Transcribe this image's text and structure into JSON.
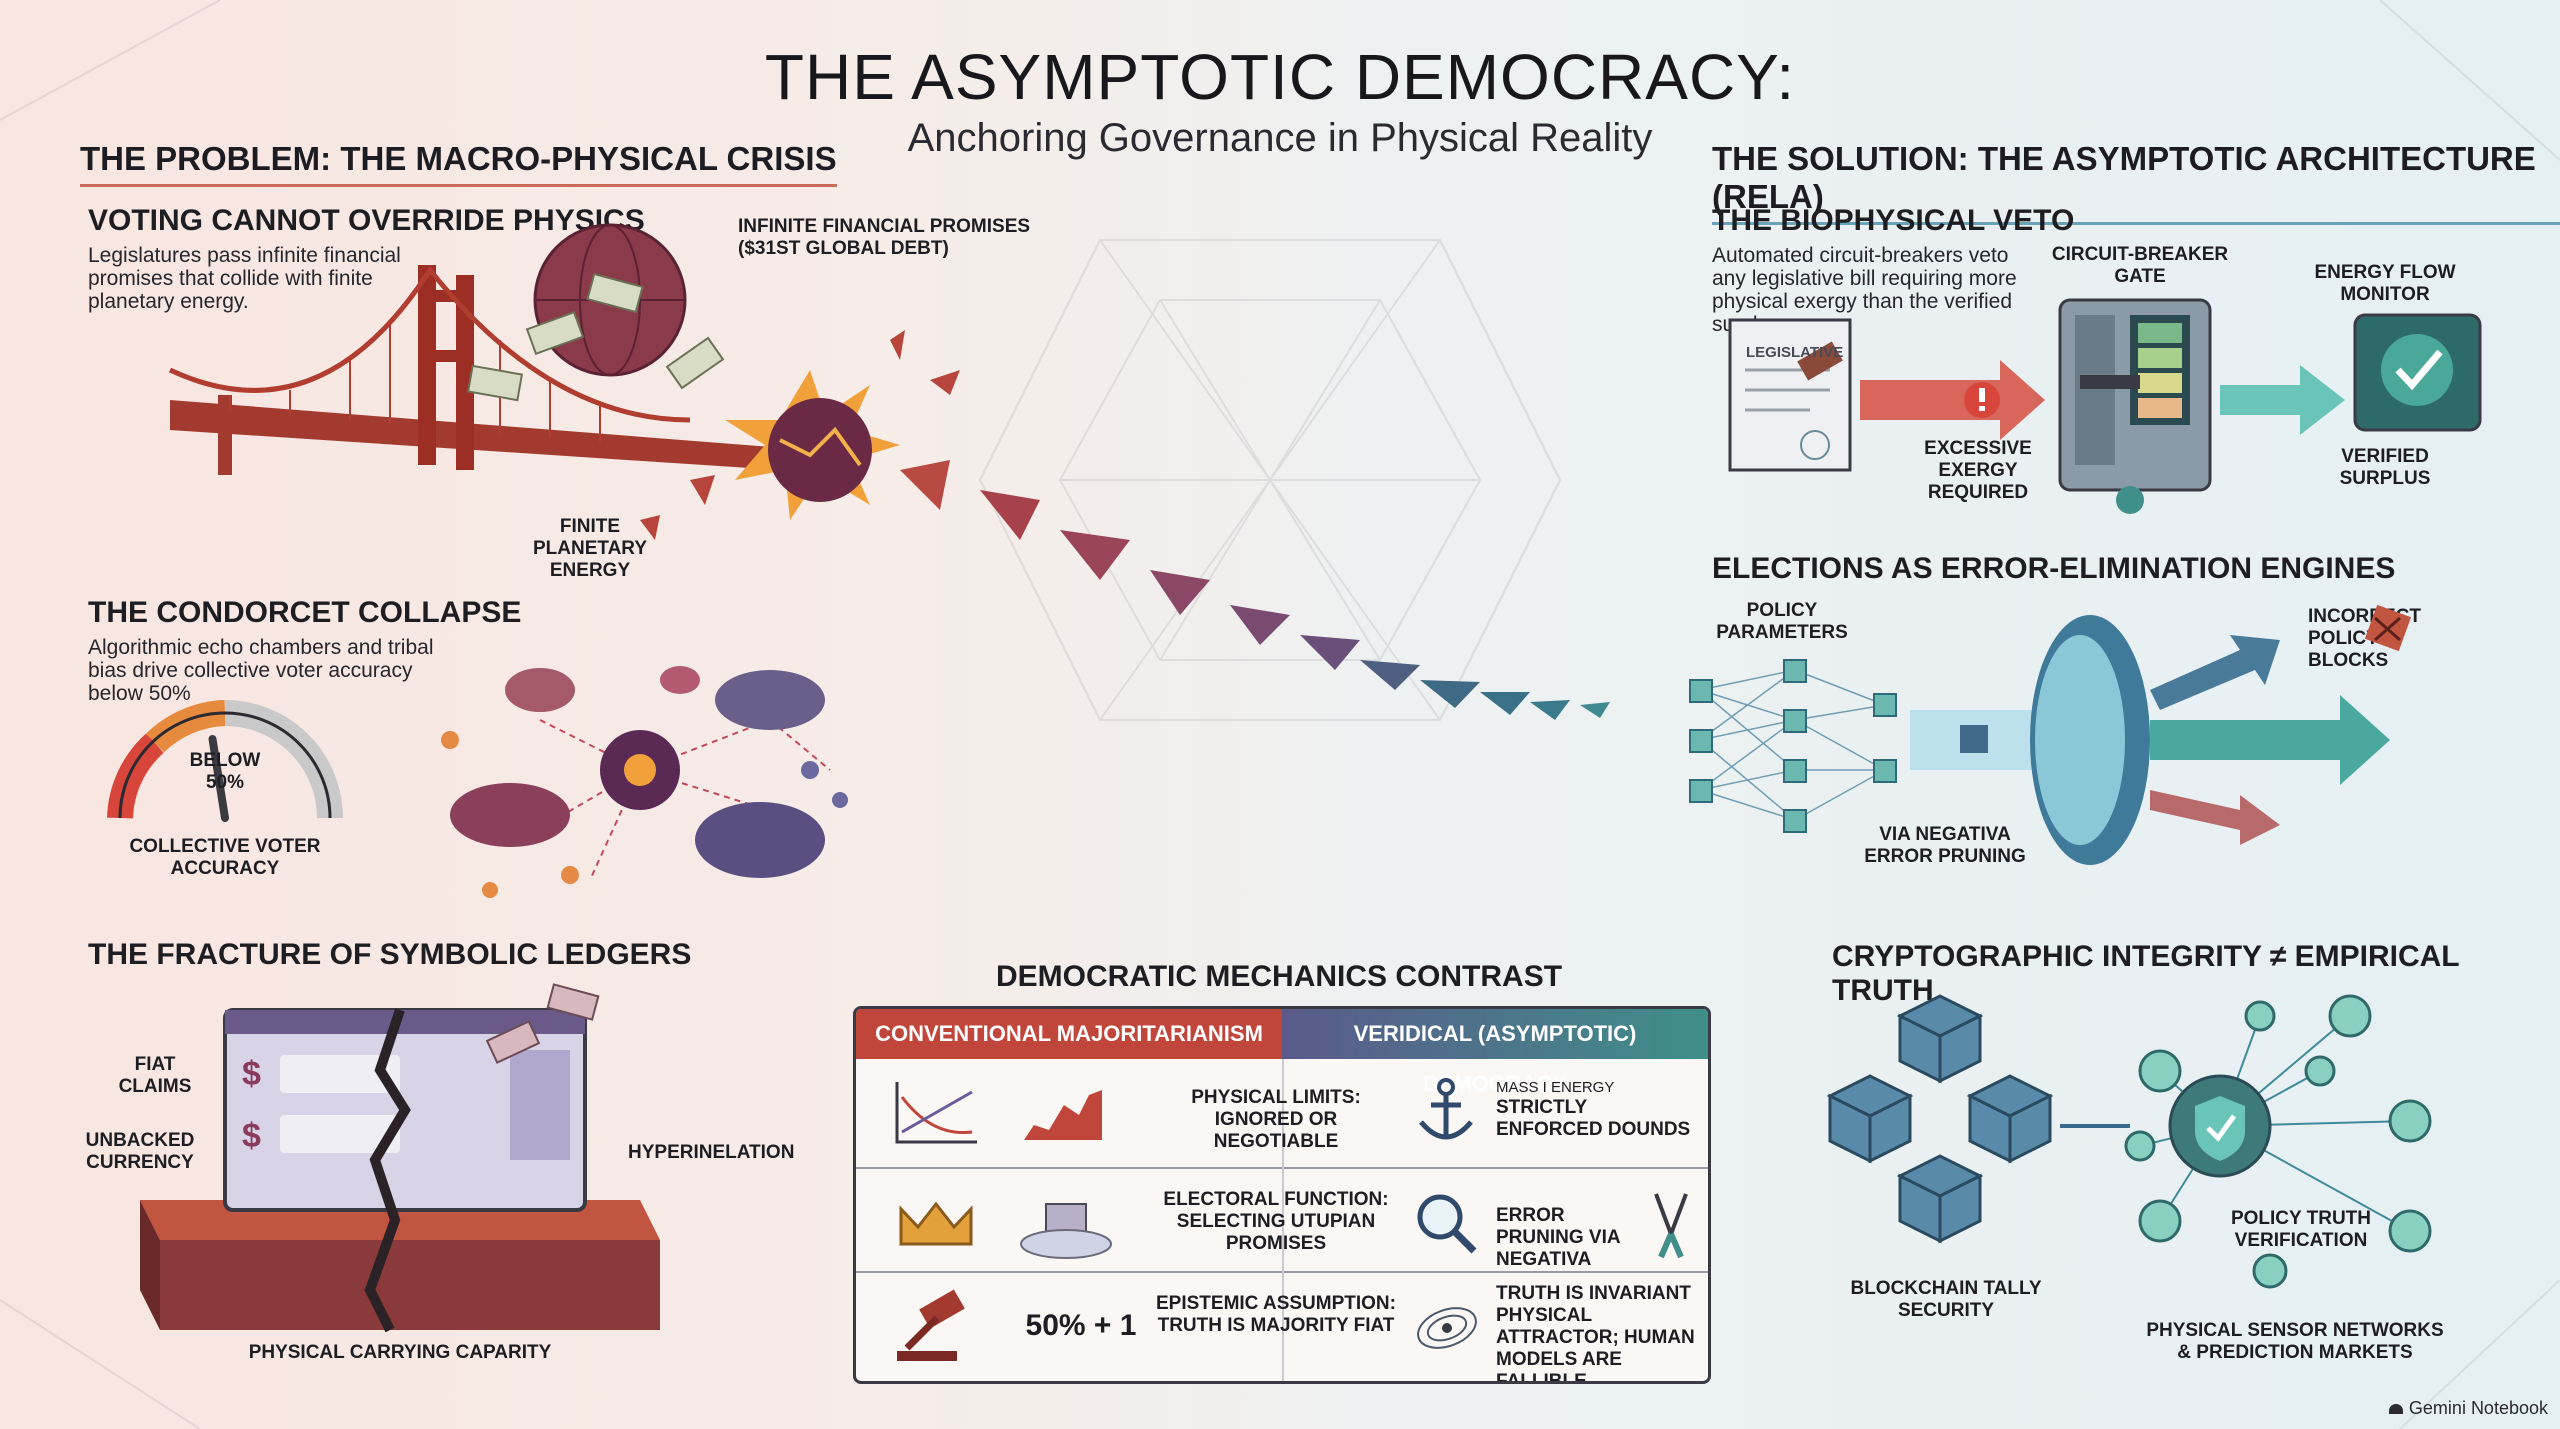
{
  "header": {
    "title": "THE ASYMPTOTIC DEMOCRACY:",
    "subtitle": "Anchoring Governance in Physical Reality"
  },
  "problem": {
    "heading": "THE PROBLEM: THE MACRO-PHYSICAL CRISIS",
    "voting": {
      "title": "VOTING CANNOT OVERRIDE PHYSICS",
      "body": "Legislatures pass infinite financial promises that collide with finite planetary energy.",
      "label_promises": "INFINITE FINANCIAL PROMISES ($31ST GLOBAL DEBT)",
      "label_energy": "FINITE PLANETARY ENERGY"
    },
    "condorcet": {
      "title": "THE CONDORCET COLLAPSE",
      "body": "Algorithmic echo chambers and tribal bias drive collective voter accuracy below 50%",
      "gauge_value": "BELOW 50%",
      "gauge_label": "COLLECTIVE VOTER ACCURACY",
      "gauge_fraction": 0.45
    },
    "fracture": {
      "title": "THE FRACTURE OF SYMBOLIC LEDGERS",
      "label_fiat": "FIAT CLAIMS",
      "label_unbacked": "UNBACKED CURRENCY",
      "label_hyper": "HYPERINELATION",
      "label_capacity": "PHYSICAL CARRYING CAPARITY"
    }
  },
  "solution": {
    "heading": "THE SOLUTION: THE ASYMPTOTIC ARCHITECTURE (RELA)",
    "veto": {
      "title": "THE BIOPHYSICAL VETO",
      "body": "Automated circuit-breakers veto any legislative bill requiring more physical exergy than the verified surplus.",
      "doc_label": "LEGISLATIVE",
      "label_gate": "CIRCUIT-BREAKER GATE",
      "label_monitor": "ENERGY FLOW MONITOR",
      "label_excessive": "EXCESSIVE EXERGY REQUIRED",
      "label_surplus": "VERIFIED SURPLUS"
    },
    "elections": {
      "title": "ELECTIONS AS ERROR-ELIMINATION ENGINES",
      "label_params": "POLICY PARAMETERS",
      "label_incorrect": "INCORRECT POLICY BLOCKS",
      "label_pruning": "VIA NEGATIVA ERROR PRUNING"
    },
    "crypto": {
      "title": "CRYPTOGRAPHIC INTEGRITY ≠ EMPIRICAL TRUTH",
      "label_blockchain": "BLOCKCHAIN TALLY SECURITY",
      "label_policy": "POLICY TRUTH VERIFICATION",
      "label_sensors": "PHYSICAL SENSOR NETWORKS & PREDICTION MARKETS"
    }
  },
  "contrast": {
    "title": "DEMOCRATIC MECHANICS CONTRAST",
    "col_left": "CONVENTIONAL MAJORITARIANISM",
    "col_right": "VERIDICAL (ASYMPTOTIC) DEMOCRACY",
    "rows": [
      {
        "left": "PHYSICAL LIMITS: IGNORED OR NEGOTIABLE",
        "right_small": "MASS I ENERGY",
        "right": "STRICTLY ENFORCED DOUNDS"
      },
      {
        "left": "ELECTORAL FUNCTION: SELECTING UTUPIAN PROMISES",
        "right": "ERROR PRUNING VIA NEGATIVA"
      },
      {
        "left": "EPISTEMIC ASSUMPTION: TRUTH IS MAJORITY FIAT",
        "left_big": "50% + 1",
        "right": "TRUTH IS INVARIANT PHYSICAL ATTRACTOR; HUMAN MODELS ARE FALLIBLE."
      }
    ]
  },
  "footer": {
    "brand": "Gemini Notebook"
  },
  "colors": {
    "red_accent": "#c0453a",
    "teal_accent": "#3f8f8a",
    "dark": "#1d1d22"
  }
}
